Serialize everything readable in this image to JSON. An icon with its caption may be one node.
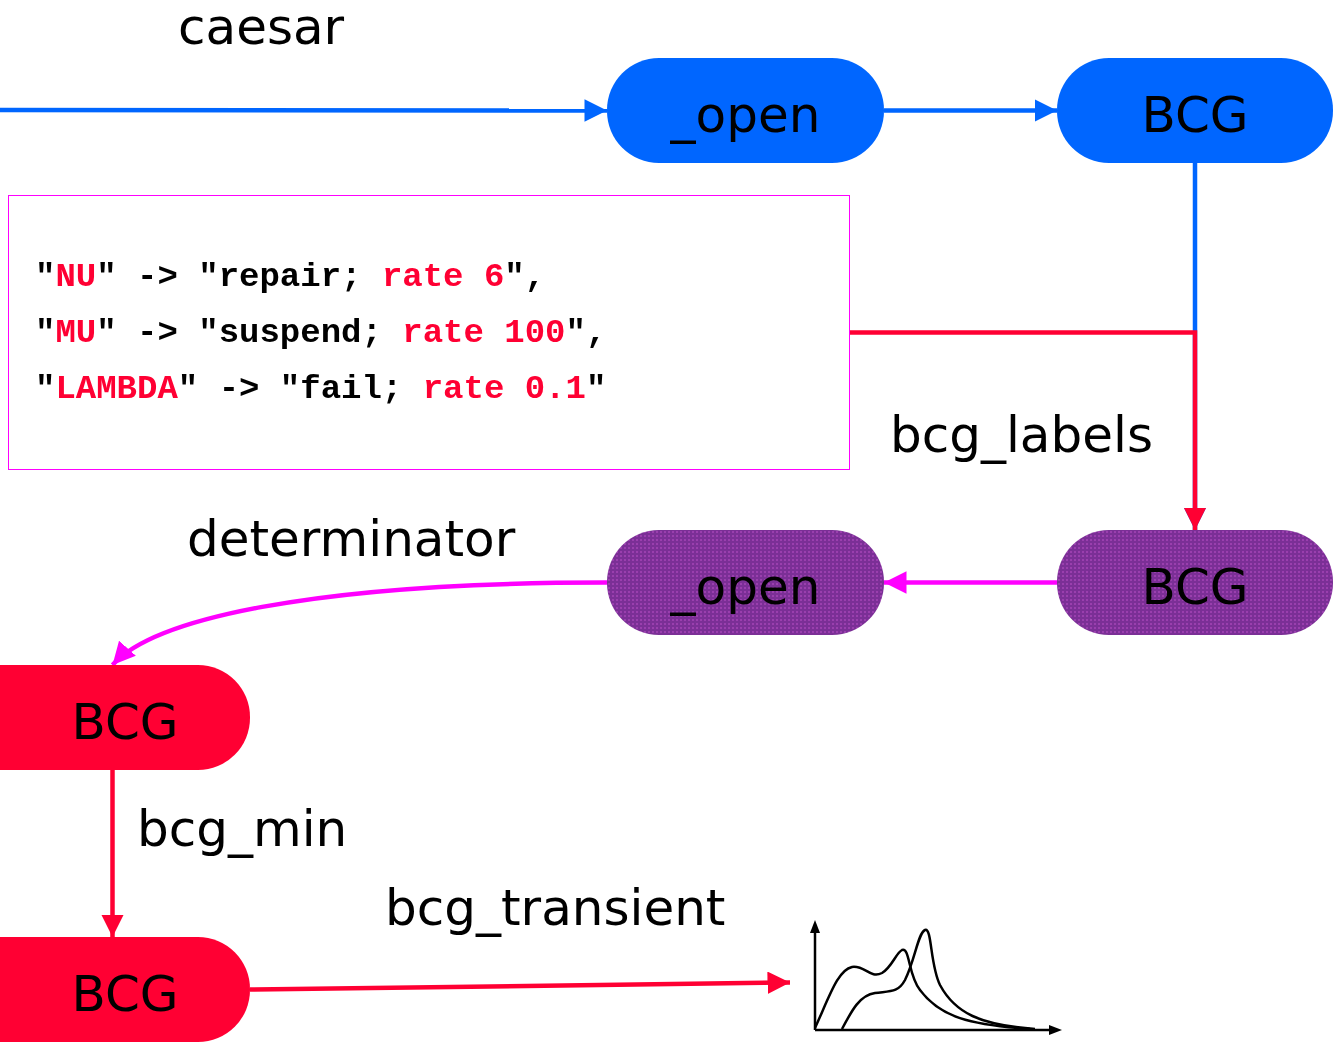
{
  "diagram": {
    "nodes": [
      {
        "text": [
          "_open"
        ]
      },
      {
        "text": [
          "BCG"
        ]
      },
      {
        "text": [
          "\"*NU*\" -> \"repair; *rate 6*\",",
          "\"*MU*\" -> \"suspend; *rate 100*\",",
          "\"*LAMBDA*\" -> \"fail; *rate 0.1*\""
        ]
      },
      {
        "text": [
          "BCG"
        ]
      },
      {
        "text": [
          "_open"
        ]
      },
      {
        "text": [
          "BCG"
        ]
      },
      {
        "text": [
          "BCG"
        ]
      },
      {
        "text": [],
        "shape": "picture"
      }
    ],
    "edges": [
      {
        "from": null,
        "to": 0,
        "arrow": "to",
        "label": "caesar",
        "color": "#0066ff"
      },
      {
        "from": 0,
        "to": 1,
        "arrow": "to",
        "color": "#0066ff"
      },
      {
        "from": 1,
        "to": 3,
        "arrow": "to",
        "label": "bcg_labels",
        "color": "#0066ff"
      },
      {
        "from": 2,
        "to": 3,
        "arrow": "to",
        "color": "#ff0033"
      },
      {
        "from": 3,
        "to": 4,
        "arrow": "to",
        "color": "#ff00ff"
      },
      {
        "from": 4,
        "to": 5,
        "arrow": "to",
        "label": "determinator",
        "color": "#ff00ff"
      },
      {
        "from": 5,
        "to": 6,
        "arrow": "to",
        "label": "bcg_min",
        "color": "#ff0033"
      },
      {
        "from": 6,
        "to": 7,
        "arrow": "to",
        "label": "bcg_transient",
        "color": "#ff0033"
      }
    ]
  }
}
